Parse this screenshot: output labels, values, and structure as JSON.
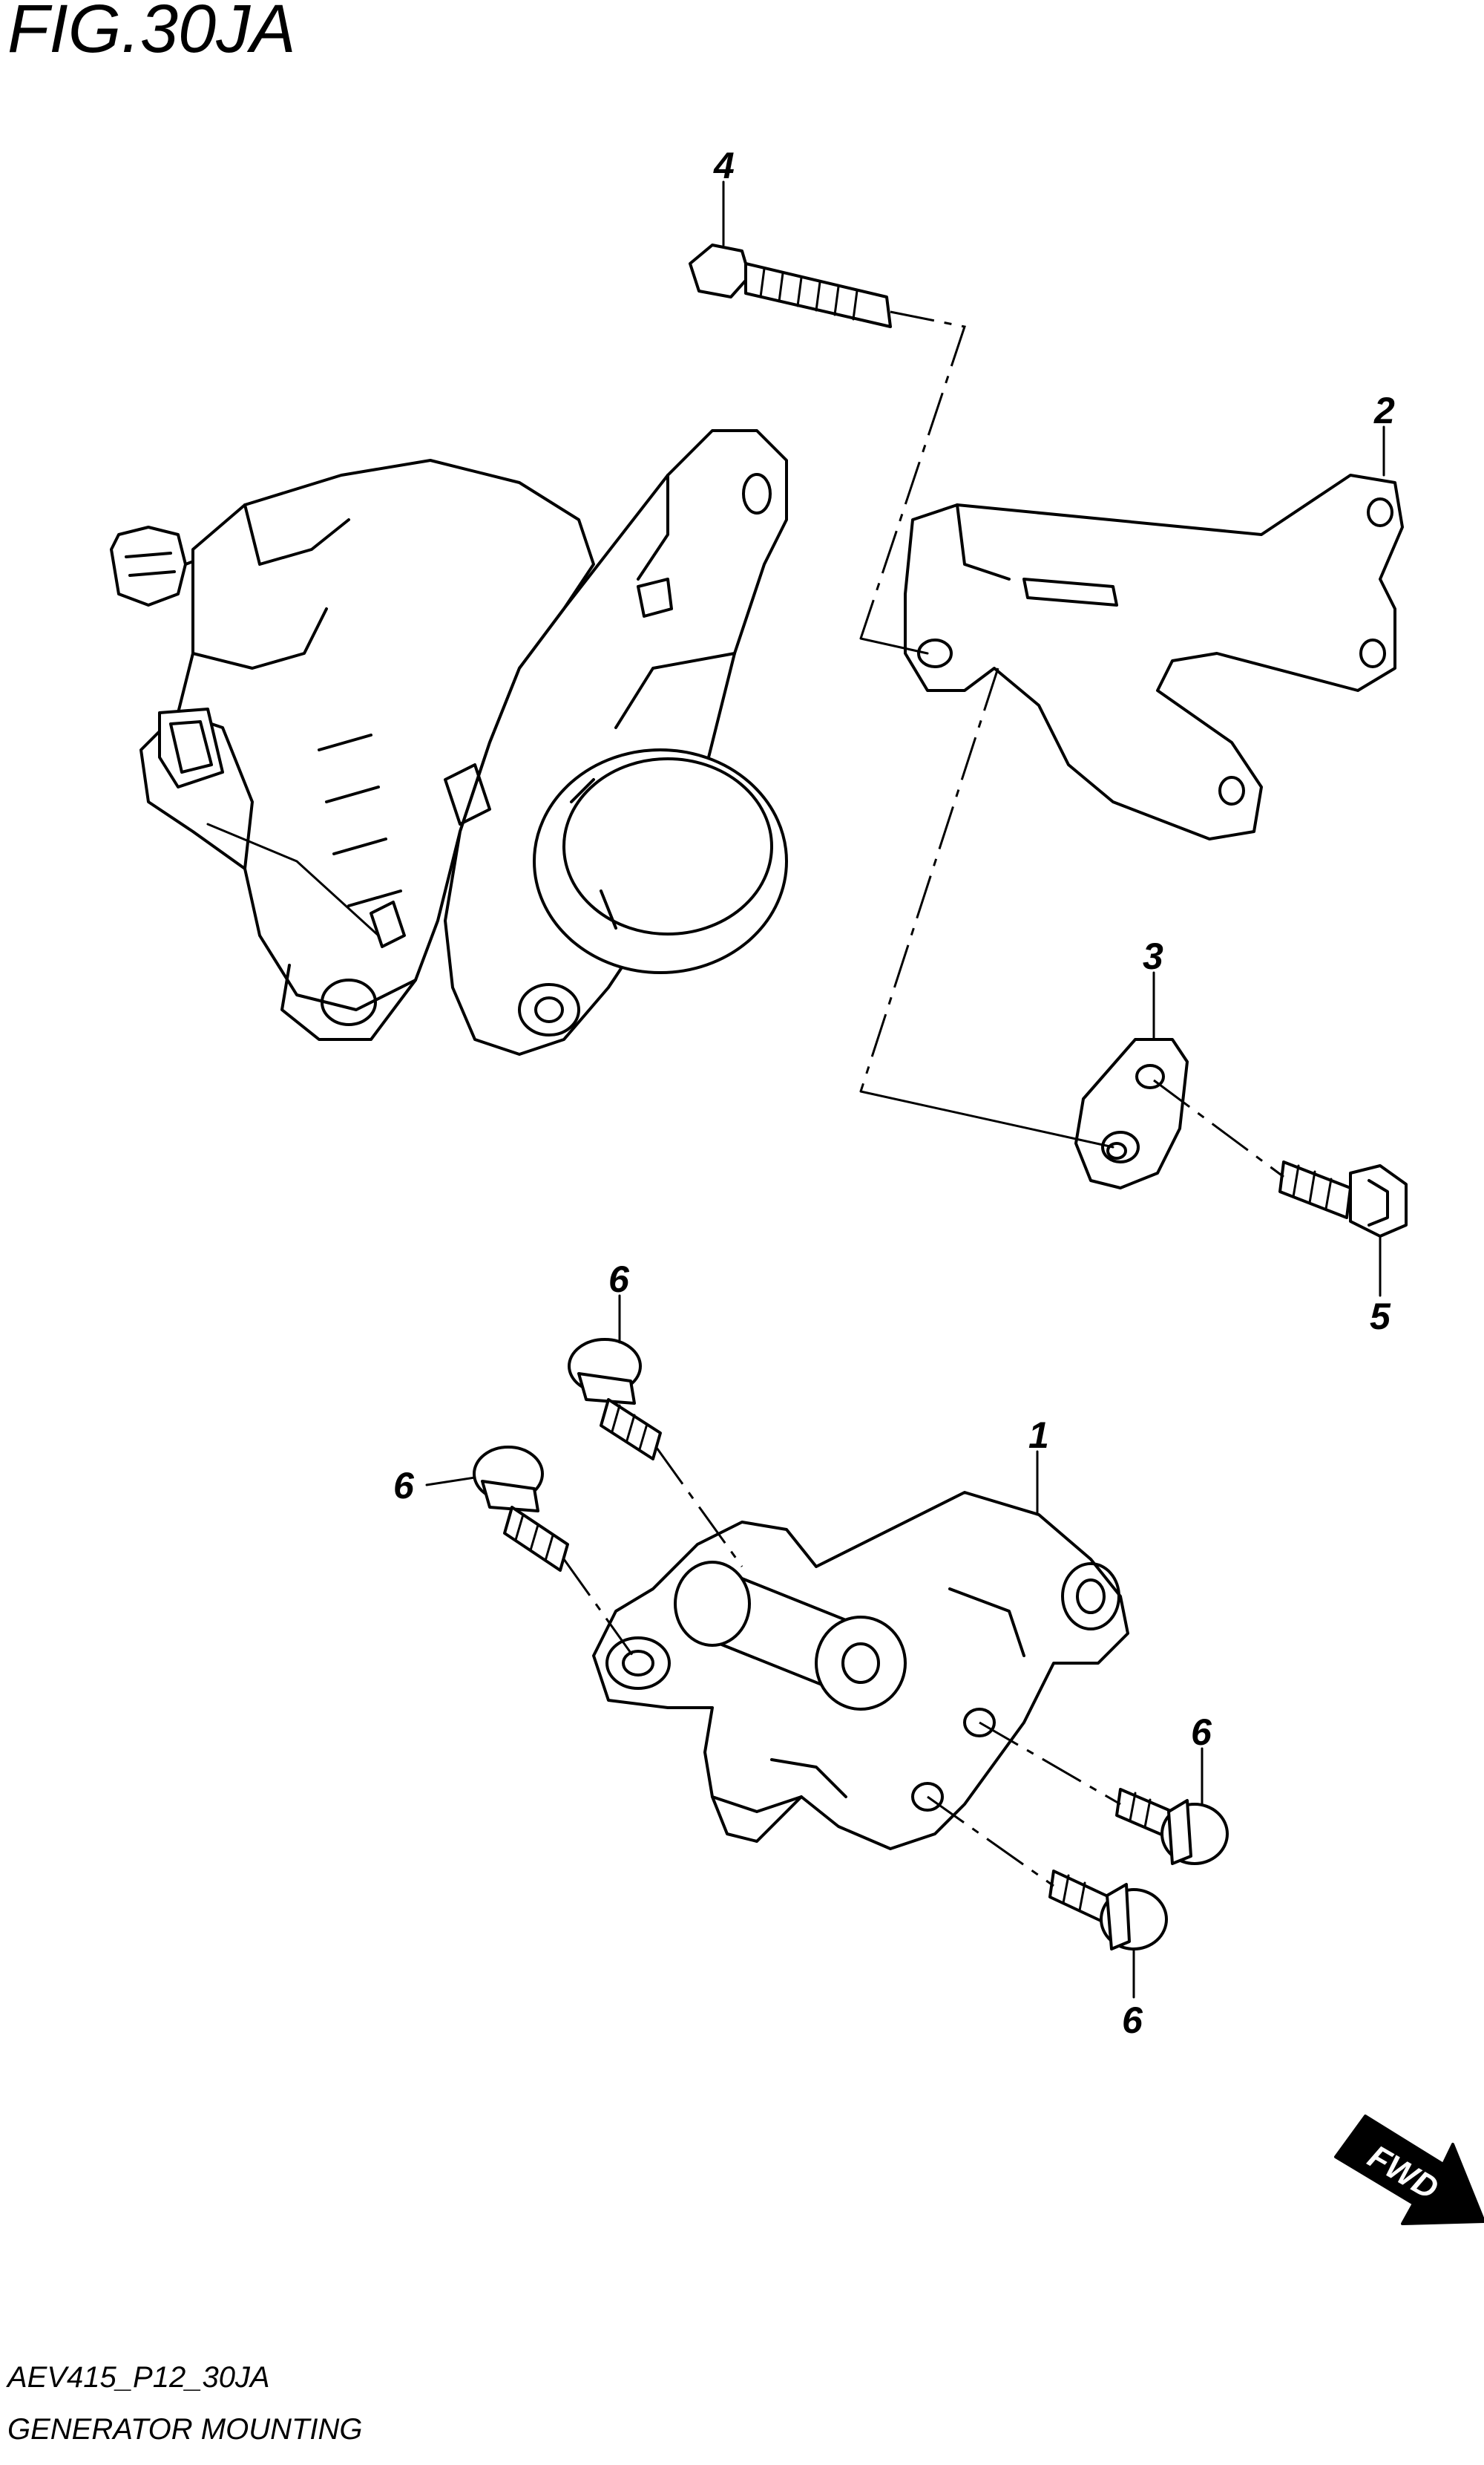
{
  "figure": {
    "title": "FIG.30JA",
    "code": "AEV415_P12_30JA",
    "caption": "GENERATOR MOUNTING"
  },
  "callouts": {
    "c1": "1",
    "c2": "2",
    "c3": "3",
    "c4": "4",
    "c5": "5",
    "c6a": "6",
    "c6b": "6",
    "c6c": "6",
    "c6d": "6"
  },
  "badge": {
    "fwd": "FWD"
  }
}
